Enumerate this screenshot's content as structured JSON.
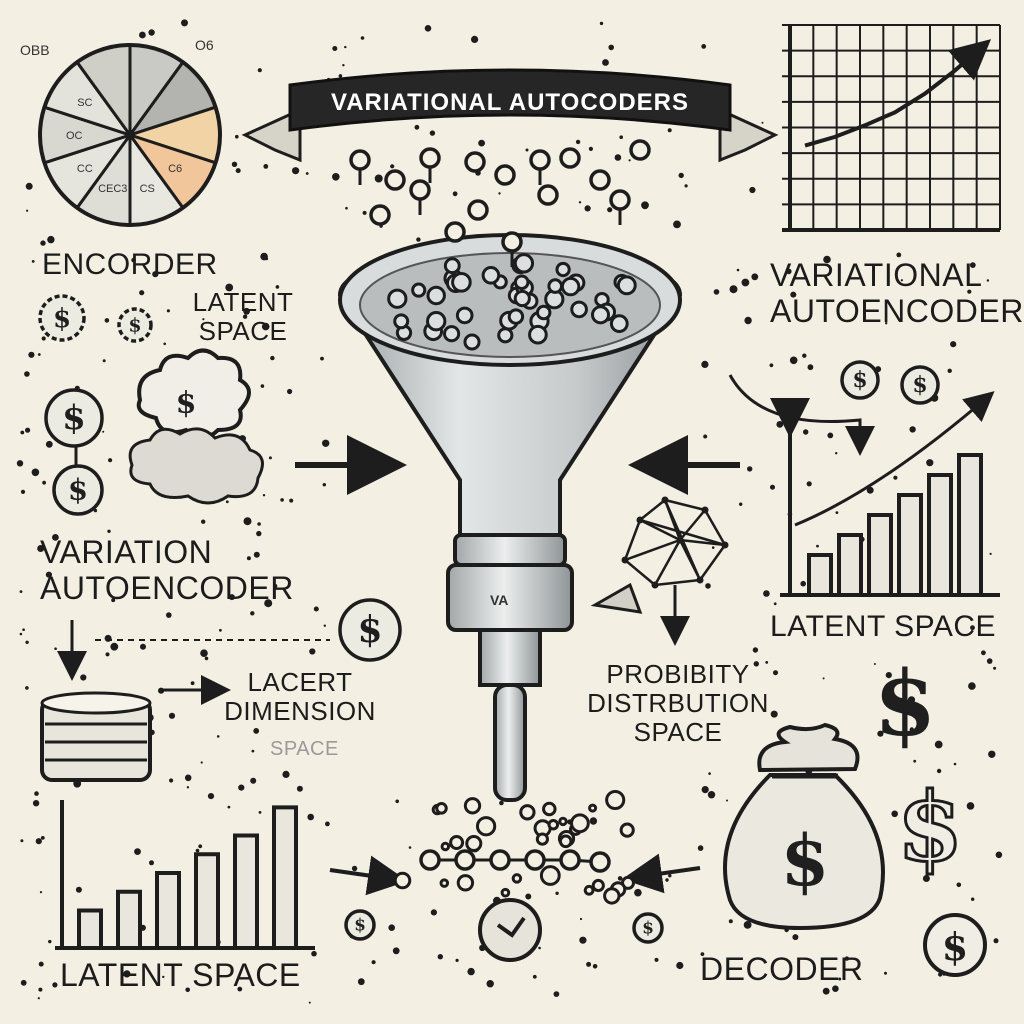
{
  "banner": {
    "title": "Variational Autocoders"
  },
  "labels": {
    "encorder": "Encorder",
    "latent_space_top": "Latent Space",
    "variational_autoencoder_right": "Varіational Autoencoder",
    "variation_autoencoder_left": "Variation Autoencoder",
    "latent_space_right": "Latent Space",
    "lacert_dimension": "Lacert Dimension",
    "faint_space": "Space",
    "probability": "Probibity Distrbution Space",
    "latent_space_bottom": "Latent Space",
    "decoder": "Decoder",
    "funnel_tag": "VA",
    "pie_corner_left": "OBB",
    "pie_corner_right": "O6"
  },
  "pie": {
    "slices": [
      {
        "label": "",
        "value": 1,
        "color": "#c9c9c6"
      },
      {
        "label": "",
        "value": 1,
        "color": "#b3b3b0"
      },
      {
        "label": "",
        "value": 1,
        "color": "#f2d3a6"
      },
      {
        "label": "C6",
        "value": 1,
        "color": "#f0c69a"
      },
      {
        "label": "CS",
        "value": 1,
        "color": "#e9e8e0"
      },
      {
        "label": "CEC3",
        "value": 1,
        "color": "#dfded6"
      },
      {
        "label": "CC",
        "value": 1,
        "color": "#e6e5dd"
      },
      {
        "label": "OC",
        "value": 1,
        "color": "#d9d8d0"
      },
      {
        "label": "SC",
        "value": 1,
        "color": "#e4e3db"
      },
      {
        "label": "",
        "value": 1,
        "color": "#cfcec7"
      }
    ]
  },
  "colors": {
    "ink": "#1d1d1d",
    "paper": "#f3efe2",
    "funnel": "#cfd3d4",
    "accent": "#f0c69a"
  },
  "icons": [
    "dollar-coin-icon",
    "money-bag-icon",
    "cloud-icon",
    "database-stack-icon",
    "network-icon",
    "arrow-icon"
  ],
  "chart_data": [
    {
      "type": "bar",
      "values": [
        2,
        3,
        4,
        5,
        6,
        7.5
      ],
      "ylim": [
        0,
        8
      ]
    },
    {
      "type": "bar",
      "values": [
        2,
        3,
        4,
        5,
        6,
        7
      ],
      "ylim": [
        0,
        8
      ]
    },
    {
      "type": "line",
      "values": [
        1,
        1.6,
        2.4,
        3.3,
        4.6,
        6.2,
        8
      ],
      "ylim": [
        0,
        9
      ]
    }
  ]
}
